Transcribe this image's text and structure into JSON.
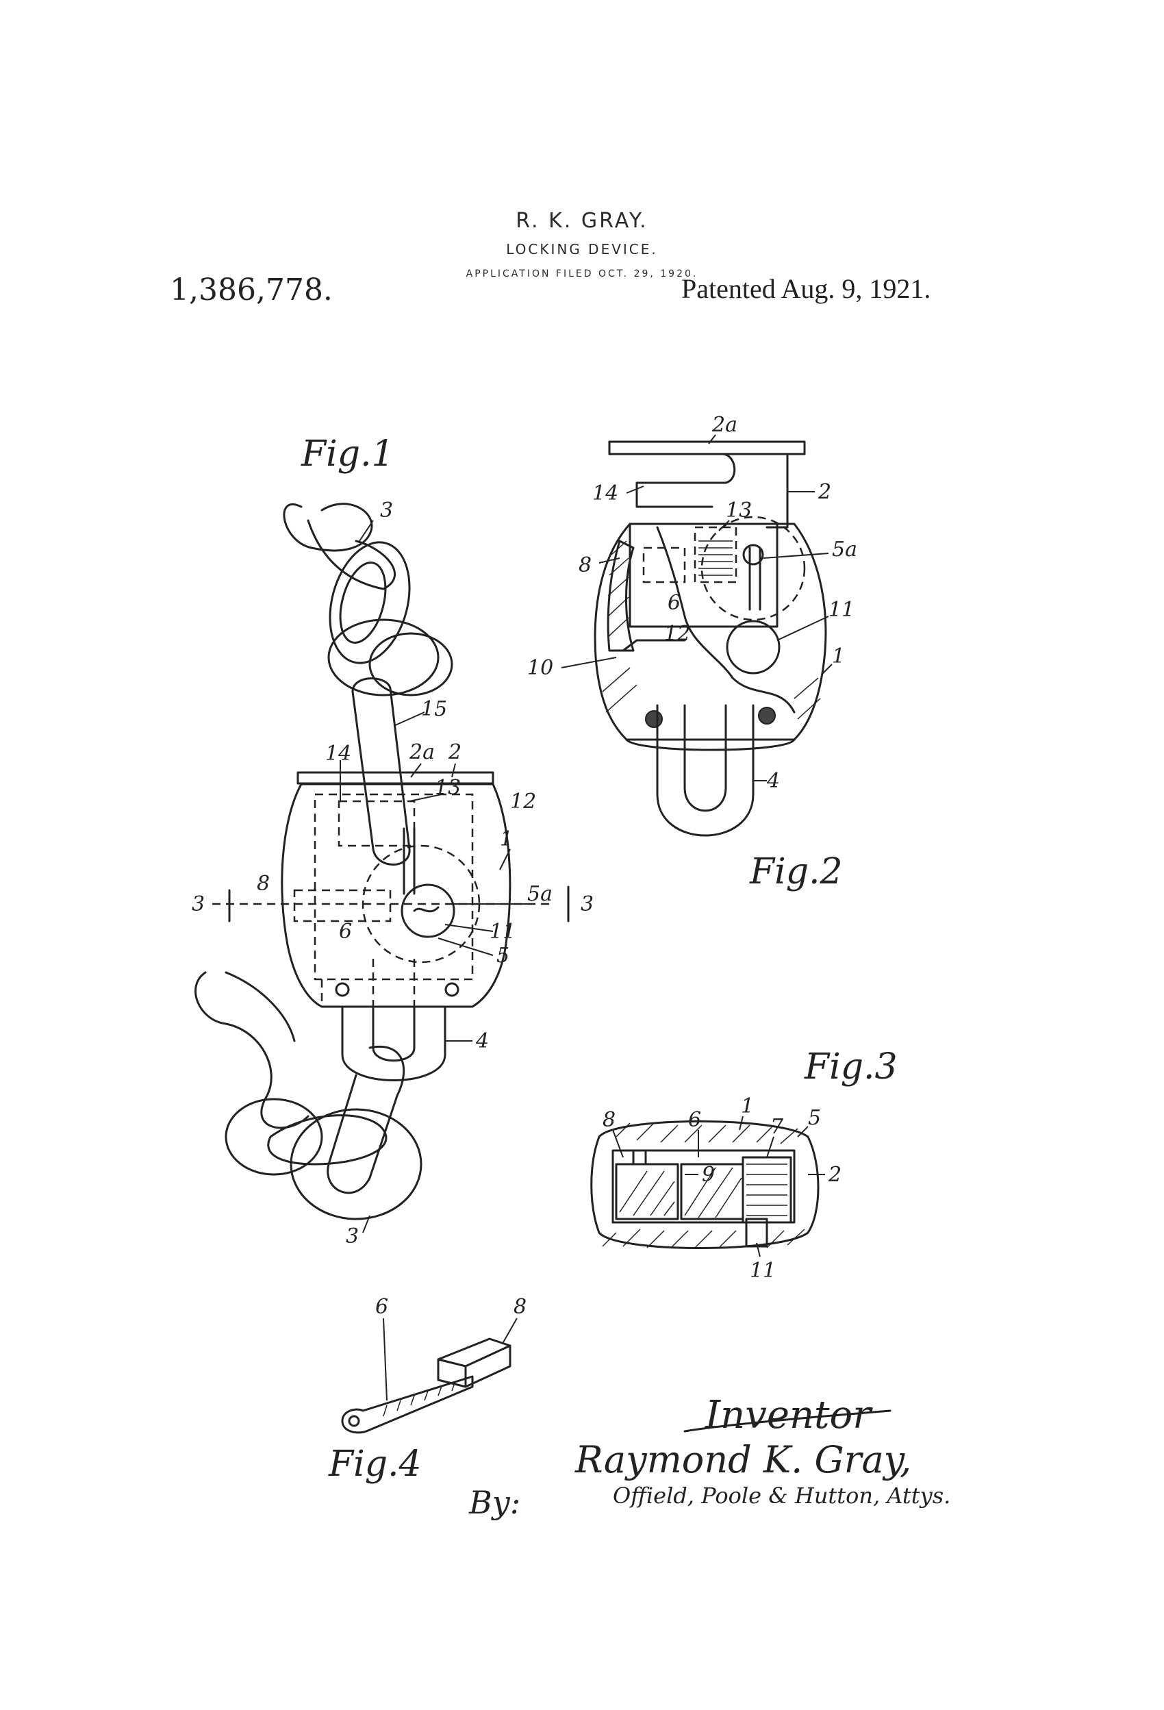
{
  "header": {
    "inventor": "R. K. GRAY.",
    "title": "LOCKING DEVICE.",
    "filed": "APPLICATION FILED OCT. 29, 1920.",
    "patent_number": "1,386,778.",
    "patented": "Patented Aug. 9, 1921."
  },
  "figures": {
    "fig1": "Fig.1",
    "fig2": "Fig.2",
    "fig3": "Fig.3",
    "fig4": "Fig.4"
  },
  "fig1_labels": {
    "l3_top": "3",
    "l15": "15",
    "l14": "14",
    "l2a": "2a",
    "l2": "2",
    "l13": "13",
    "l12": "12",
    "l1": "1",
    "l8": "8",
    "l3_left": "3",
    "l3_right": "3",
    "l6": "6",
    "l5a": "5a",
    "l11": "11",
    "l5": "5",
    "l4": "4",
    "l3_bottom": "3"
  },
  "fig2_labels": {
    "l2a": "2a",
    "l14": "14",
    "l2": "2",
    "l13": "13",
    "l8": "8",
    "l5a": "5a",
    "l6": "6",
    "l12": "12",
    "l11": "11",
    "l10": "10",
    "l1": "1",
    "l4": "4"
  },
  "fig3_labels": {
    "l8": "8",
    "l6": "6",
    "l1": "1",
    "l7": "7",
    "l5": "5",
    "l9": "9",
    "l2": "2",
    "l11": "11"
  },
  "fig4_labels": {
    "l6": "6",
    "l8": "8"
  },
  "signature": {
    "inventor_label": "Inventor",
    "name": "Raymond K. Gray,",
    "by": "By:",
    "attorneys": "Offield, Poole & Hutton, Attys."
  }
}
